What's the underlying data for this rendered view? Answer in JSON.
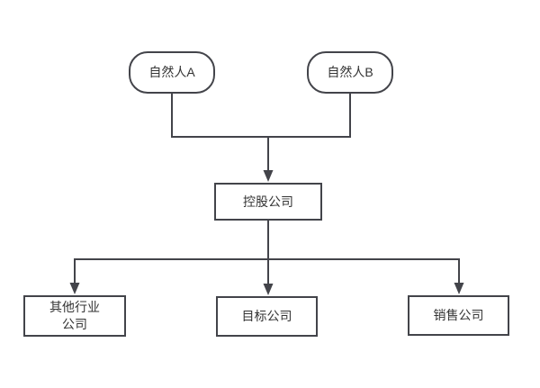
{
  "diagram": {
    "background": "#ffffff",
    "stroke_color": "#43444a",
    "text_color": "#333333",
    "nodes": [
      {
        "id": "natural-person-a",
        "label": "自然人A",
        "shape": "rounded-rectangle"
      },
      {
        "id": "natural-person-b",
        "label": "自然人B",
        "shape": "rounded-rectangle"
      },
      {
        "id": "holding-company",
        "label": "控股公司",
        "shape": "rectangle"
      },
      {
        "id": "other-industry-company",
        "label": "其他行业公司",
        "lines": [
          "其他行业",
          "公司"
        ],
        "shape": "rectangle"
      },
      {
        "id": "target-company",
        "label": "目标公司",
        "shape": "rectangle"
      },
      {
        "id": "sales-company",
        "label": "销售公司",
        "shape": "rectangle"
      }
    ],
    "edges": [
      {
        "from": "自然人A",
        "to": "控股公司",
        "arrow": true
      },
      {
        "from": "自然人B",
        "to": "控股公司",
        "arrow": true
      },
      {
        "from": "控股公司",
        "to": "其他行业公司",
        "arrow": true
      },
      {
        "from": "控股公司",
        "to": "目标公司",
        "arrow": true
      },
      {
        "from": "控股公司",
        "to": "销售公司",
        "arrow": true
      }
    ]
  }
}
